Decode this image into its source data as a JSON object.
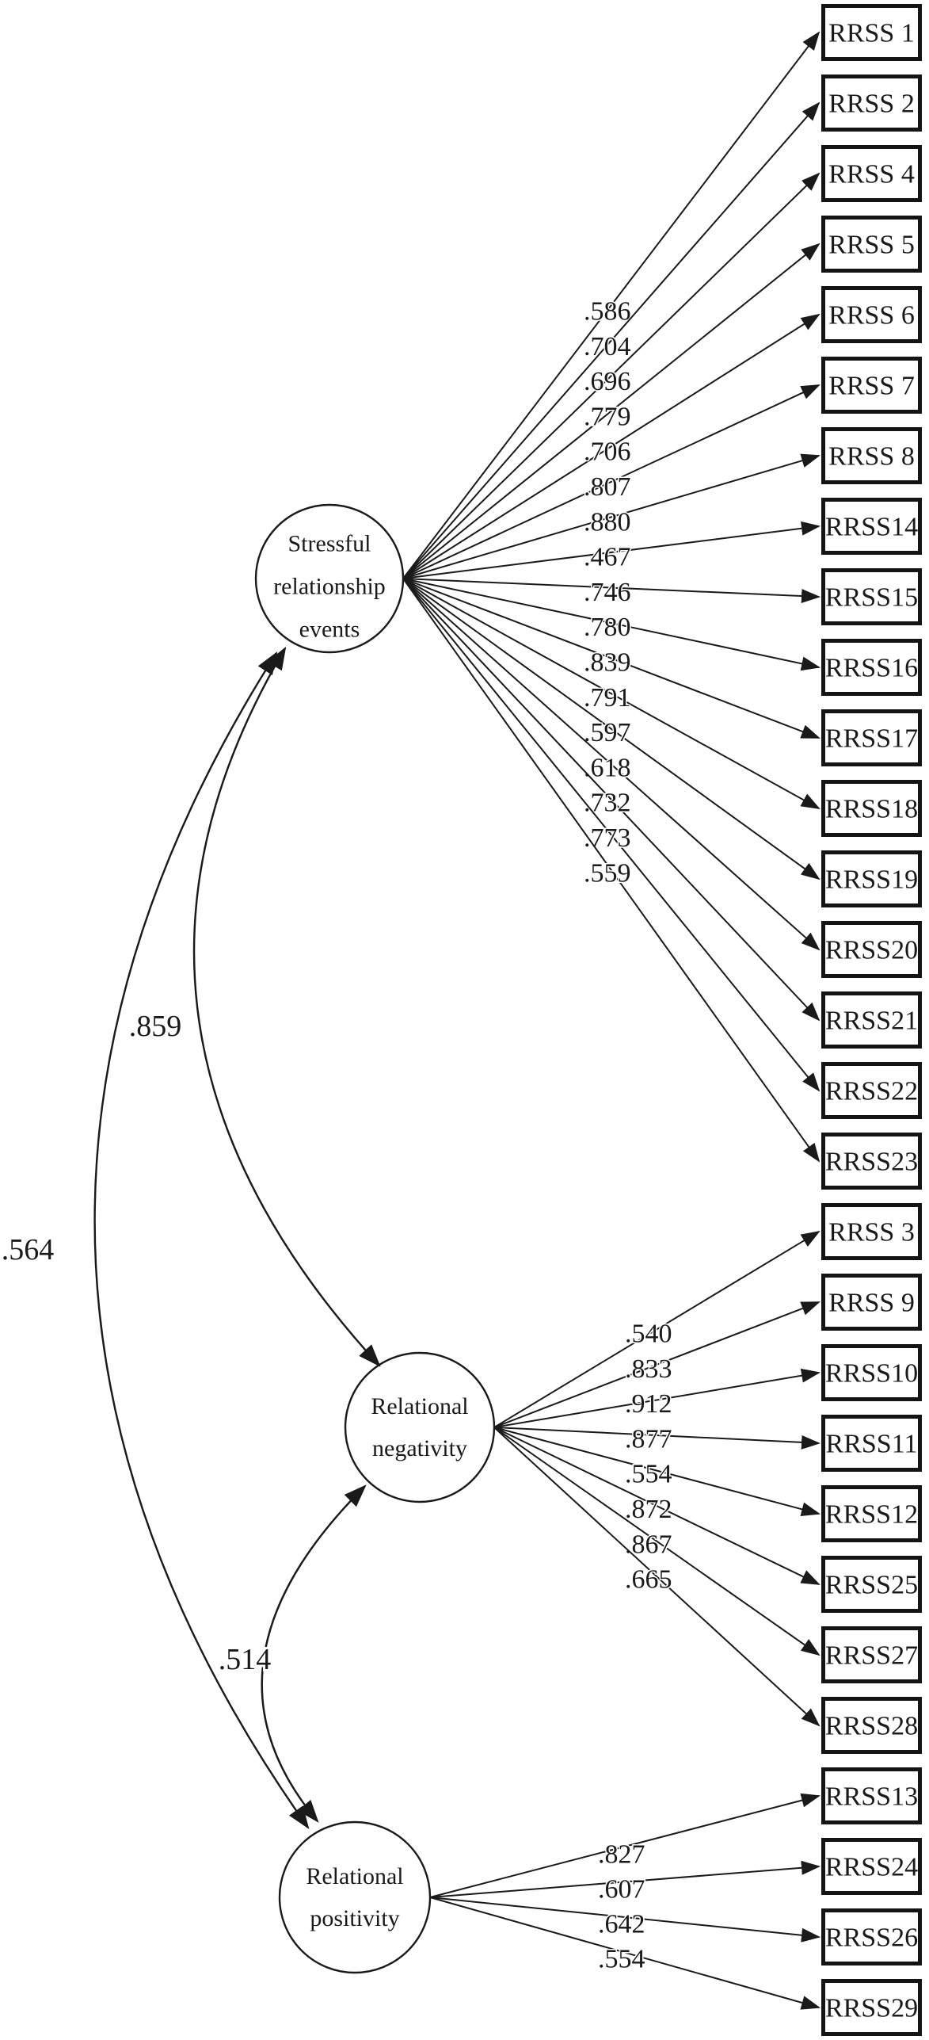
{
  "diagram": {
    "type": "confirmatory-factor-analysis-path-diagram",
    "colors": {
      "ink": "#1a1a1a",
      "box_border": "#141414",
      "background": "#ffffff"
    },
    "factors": [
      {
        "id": "stressful-relationship-events",
        "label_lines": [
          "Stressful",
          "relationship",
          "events"
        ],
        "indicators": [
          {
            "label": "RRSS 1",
            "loading": ".586"
          },
          {
            "label": "RRSS 2",
            "loading": ".704"
          },
          {
            "label": "RRSS 4",
            "loading": ".696"
          },
          {
            "label": "RRSS 5",
            "loading": ".779"
          },
          {
            "label": "RRSS 6",
            "loading": ".706"
          },
          {
            "label": "RRSS 7",
            "loading": ".807"
          },
          {
            "label": "RRSS 8",
            "loading": ".880"
          },
          {
            "label": "RRSS14",
            "loading": ".467"
          },
          {
            "label": "RRSS15",
            "loading": ".746"
          },
          {
            "label": "RRSS16",
            "loading": ".780"
          },
          {
            "label": "RRSS17",
            "loading": ".839"
          },
          {
            "label": "RRSS18",
            "loading": ".791"
          },
          {
            "label": "RRSS19",
            "loading": ".597"
          },
          {
            "label": "RRSS20",
            "loading": ".618"
          },
          {
            "label": "RRSS21",
            "loading": ".732"
          },
          {
            "label": "RRSS22",
            "loading": ".773"
          },
          {
            "label": "RRSS23",
            "loading": ".559"
          }
        ]
      },
      {
        "id": "relational-negativity",
        "label_lines": [
          "Relational",
          "negativity"
        ],
        "indicators": [
          {
            "label": "RRSS 3",
            "loading": ".540"
          },
          {
            "label": "RRSS 9",
            "loading": ".833"
          },
          {
            "label": "RRSS10",
            "loading": ".912"
          },
          {
            "label": "RRSS11",
            "loading": ".877"
          },
          {
            "label": "RRSS12",
            "loading": ".554"
          },
          {
            "label": "RRSS25",
            "loading": ".872"
          },
          {
            "label": "RRSS27",
            "loading": ".867"
          },
          {
            "label": "RRSS28",
            "loading": ".665"
          }
        ]
      },
      {
        "id": "relational-positivity",
        "label_lines": [
          "Relational",
          "positivity"
        ],
        "indicators": [
          {
            "label": "RRSS13",
            "loading": ".827"
          },
          {
            "label": "RRSS24",
            "loading": ".607"
          },
          {
            "label": "RRSS26",
            "loading": ".642"
          },
          {
            "label": "RRSS29",
            "loading": ".554"
          }
        ]
      }
    ],
    "correlations": [
      {
        "between": [
          "stressful-relationship-events",
          "relational-negativity"
        ],
        "value": ".859"
      },
      {
        "between": [
          "stressful-relationship-events",
          "relational-positivity"
        ],
        "value": ".564"
      },
      {
        "between": [
          "relational-negativity",
          "relational-positivity"
        ],
        "value": ".514"
      }
    ]
  }
}
